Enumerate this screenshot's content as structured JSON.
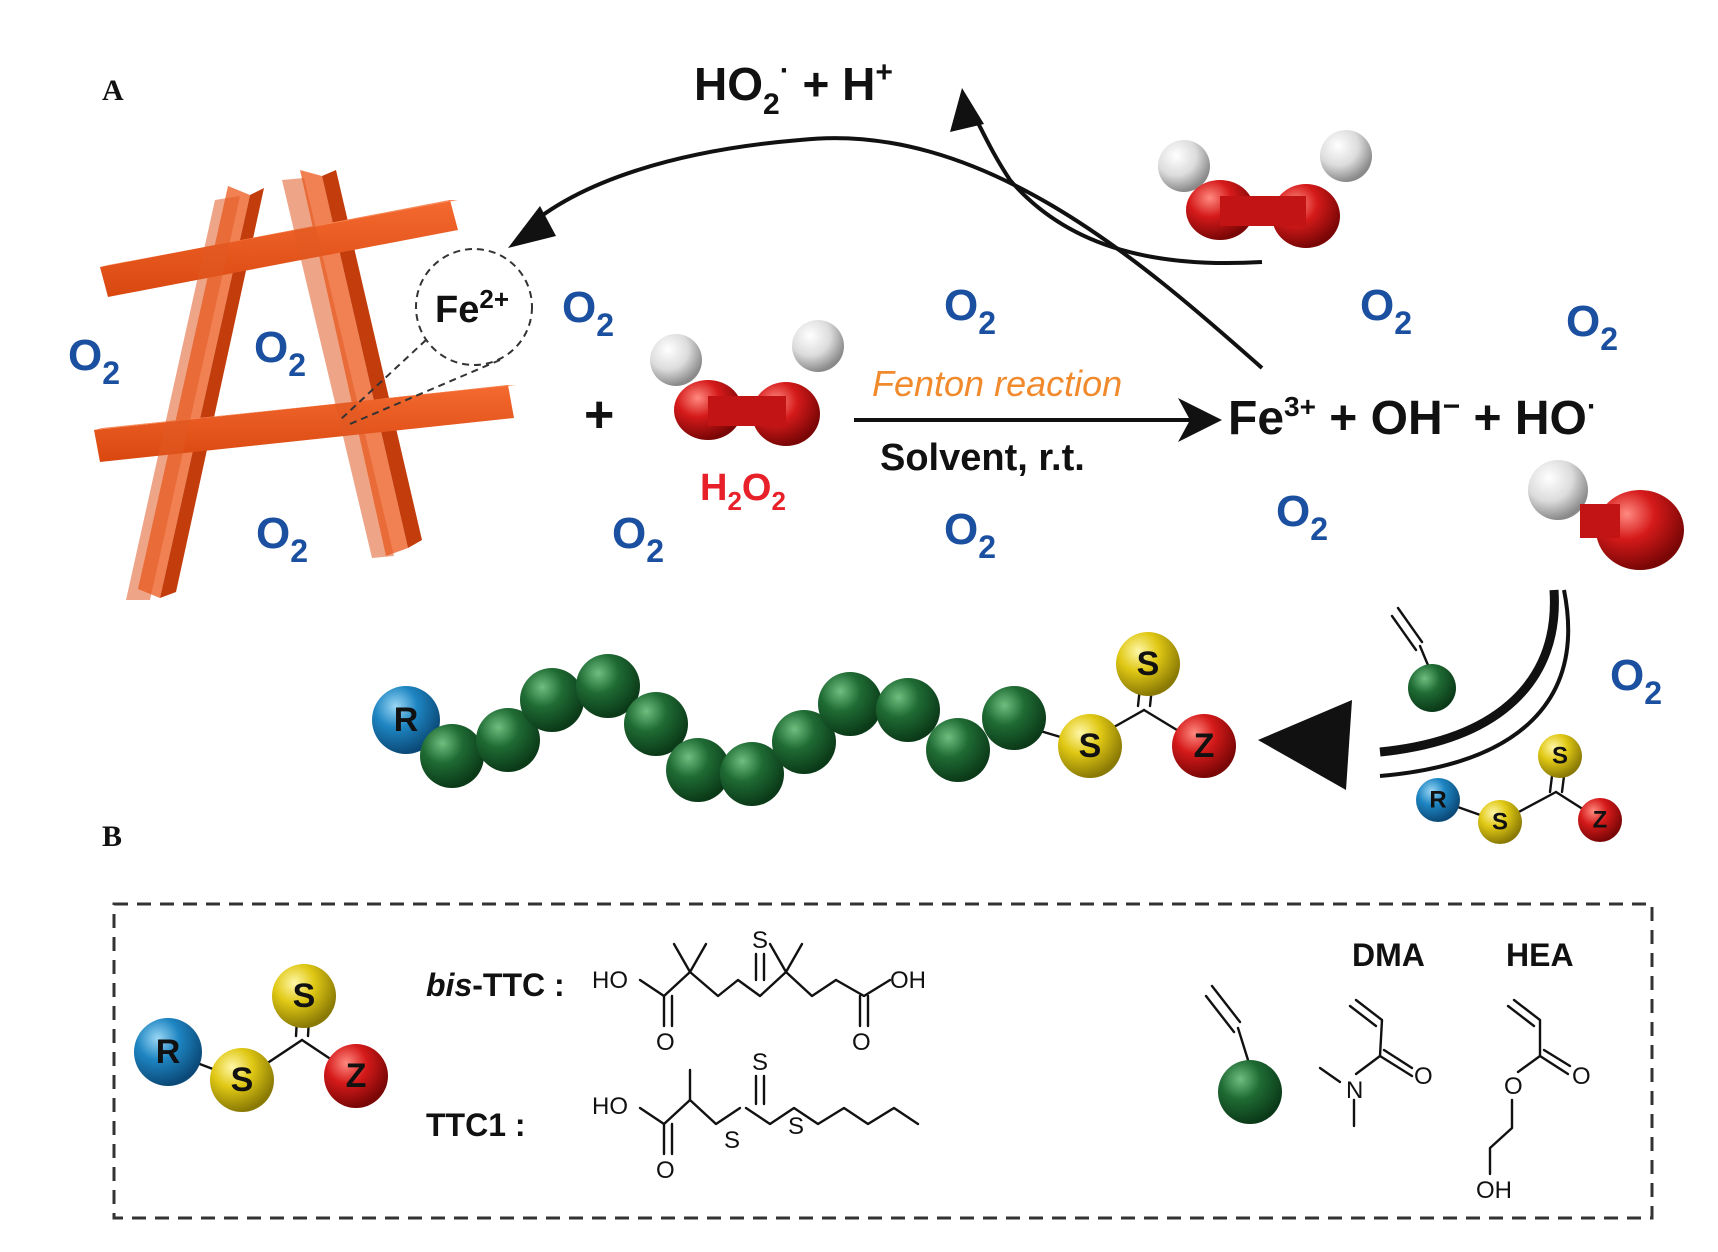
{
  "panels": {
    "a": "A",
    "b": "B"
  },
  "top_product": {
    "main": "HO",
    "sub": "2",
    "sup": "·",
    "rest": " + H",
    "rest_sup": "+"
  },
  "fe2": {
    "base": "Fe",
    "sup": "2+"
  },
  "plus": "+",
  "h2o2": {
    "h": "H",
    "sub1": "2",
    "o": "O",
    "sub2": "2"
  },
  "fenton": {
    "above": "Fenton reaction",
    "below": "Solvent, r.t."
  },
  "products": {
    "fe": "Fe",
    "fe_sup": "3+",
    "plus1": " + OH",
    "oh_sup": "−",
    "plus2": " + HO",
    "ho_sup": "·"
  },
  "o2": {
    "main": "O",
    "sub": "2"
  },
  "chain": {
    "r": "R",
    "s1": "S",
    "s2": "S",
    "z": "Z"
  },
  "legend": {
    "bis_prefix": "bis",
    "bis_rest": "-TTC :",
    "ttc1": "TTC1 :",
    "dma": "DMA",
    "hea": "HEA",
    "atoms": {
      "ho": "HO",
      "oh": "OH",
      "o": "O",
      "s": "S",
      "n": "N"
    }
  },
  "colors": {
    "frame": "#e8541c",
    "o2": "#1b4fa0",
    "fenton": "#f08a2c",
    "h2o2_label": "#e8202a",
    "green": "#1f6b34",
    "blue": "#1e85c2",
    "yellow": "#e0c814",
    "red": "#d51a1a"
  }
}
